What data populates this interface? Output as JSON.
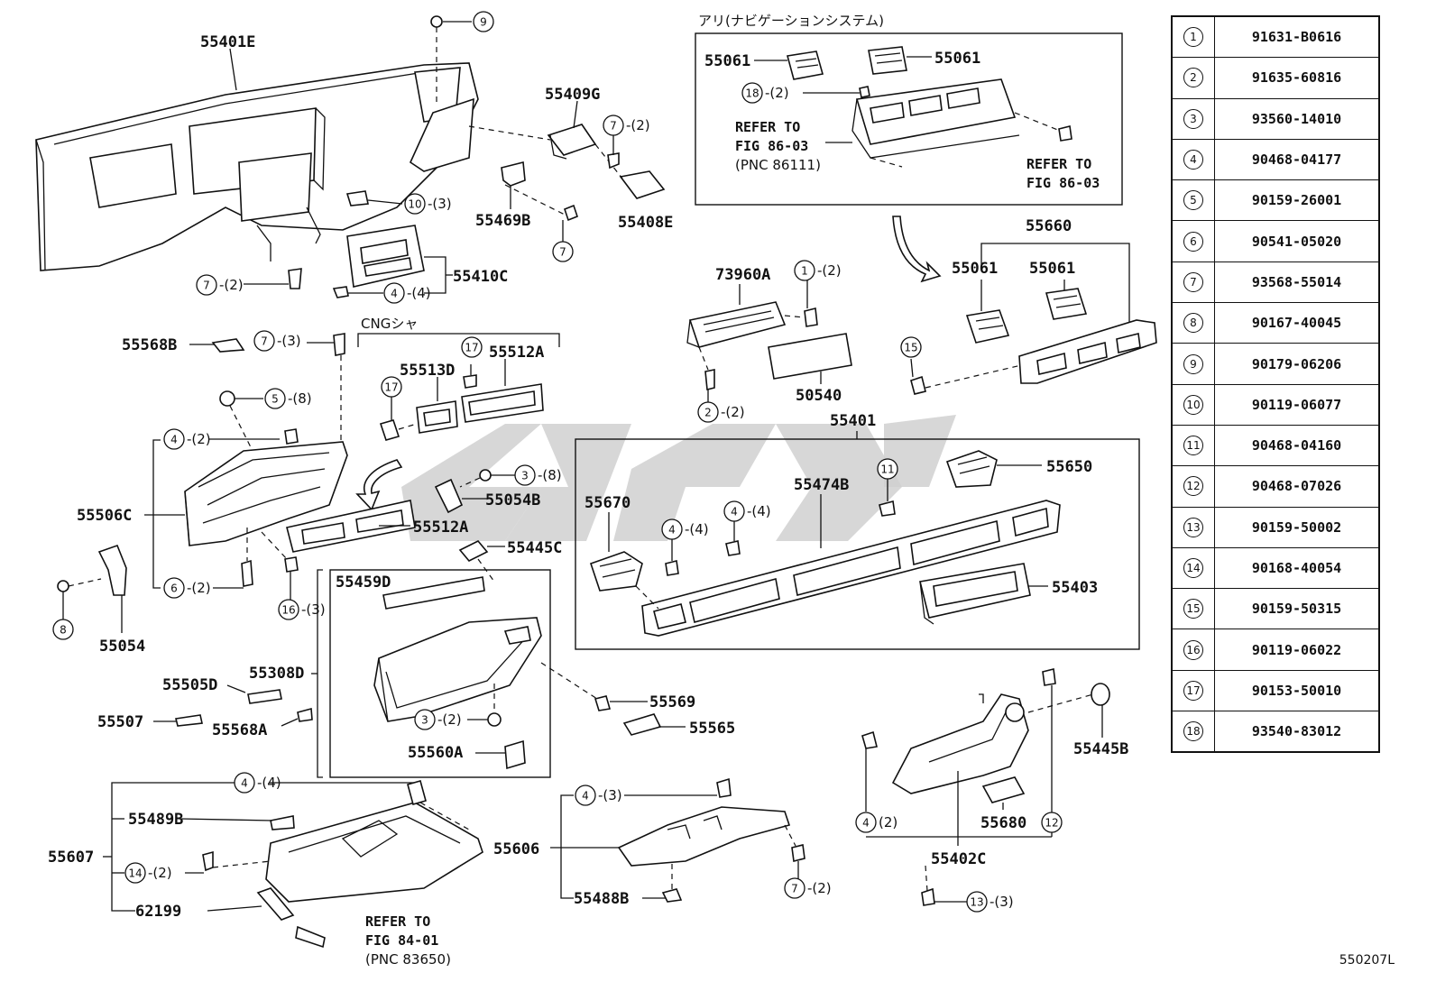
{
  "labels": {
    "l_55401E": "55401E",
    "l_55409G": "55409G",
    "l_55469B": "55469B",
    "l_55408E": "55408E",
    "l_55410C": "55410C",
    "l_55568B": "55568B",
    "l_55513D": "55513D",
    "l_55512A_top": "55512A",
    "l_55512A_low": "55512A",
    "l_55054B": "55054B",
    "l_55506C": "55506C",
    "l_55054": "55054",
    "l_55445C": "55445C",
    "l_55459D": "55459D",
    "l_55505D": "55505D",
    "l_55308D": "55308D",
    "l_55507": "55507",
    "l_55568A": "55568A",
    "l_55569": "55569",
    "l_55565": "55565",
    "l_55560A": "55560A",
    "l_55489B": "55489B",
    "l_55607": "55607",
    "l_62199": "62199",
    "l_55606": "55606",
    "l_55488B": "55488B",
    "l_73960A": "73960A",
    "l_50540": "50540",
    "l_55401": "55401",
    "l_55650": "55650",
    "l_55670": "55670",
    "l_55474B": "55474B",
    "l_55403": "55403",
    "l_55660": "55660",
    "l_55061_a": "55061",
    "l_55061_b": "55061",
    "l_55061_c": "55061",
    "l_55061_d": "55061",
    "l_55445B": "55445B",
    "l_55680": "55680",
    "l_55402C": "55402C",
    "cng": "CNGシャ",
    "nav_title": "アリ(ナビゲーションシステム)",
    "refer_1_line1": "REFER TO",
    "refer_1_line2": "FIG 86-03",
    "refer_1_pnc": "(PNC 86111)",
    "refer_2_line1": "REFER TO",
    "refer_2_line2": "FIG 86-03",
    "refer_3_line1": "REFER TO",
    "refer_3_line2": "FIG 84-01",
    "refer_3_pnc": "(PNC 83650)"
  },
  "callouts": {
    "c9": {
      "num": "9",
      "qty": ""
    },
    "c7a": {
      "num": "7",
      "qty": "-(2)"
    },
    "c7b": {
      "num": "7",
      "qty": ""
    },
    "c10": {
      "num": "10",
      "qty": "-(3)"
    },
    "c7c": {
      "num": "7",
      "qty": "-(2)"
    },
    "c4a": {
      "num": "4",
      "qty": "-(4)"
    },
    "c7d": {
      "num": "7",
      "qty": "-(3)"
    },
    "c5": {
      "num": "5",
      "qty": "-(8)"
    },
    "c4b": {
      "num": "4",
      "qty": "-(2)"
    },
    "c17a": {
      "num": "17",
      "qty": ""
    },
    "c17b": {
      "num": "17",
      "qty": ""
    },
    "c3a": {
      "num": "3",
      "qty": "-(8)"
    },
    "c6": {
      "num": "6",
      "qty": "-(2)"
    },
    "c16": {
      "num": "16",
      "qty": "-(3)"
    },
    "c8": {
      "num": "8",
      "qty": ""
    },
    "c3b": {
      "num": "3",
      "qty": "-(2)"
    },
    "c4c": {
      "num": "4",
      "qty": "-(4)"
    },
    "c14": {
      "num": "14",
      "qty": "-(2)"
    },
    "c4d": {
      "num": "4",
      "qty": "-(3)"
    },
    "c7e": {
      "num": "7",
      "qty": "-(2)"
    },
    "c18": {
      "num": "18",
      "qty": "-(2)"
    },
    "c1": {
      "num": "1",
      "qty": "-(2)"
    },
    "c2": {
      "num": "2",
      "qty": "-(2)"
    },
    "c15": {
      "num": "15",
      "qty": ""
    },
    "c11": {
      "num": "11",
      "qty": ""
    },
    "c4e": {
      "num": "4",
      "qty": "-(4)"
    },
    "c4f": {
      "num": "4",
      "qty": "-(4)"
    },
    "c4g": {
      "num": "4",
      "qty": "(2)"
    },
    "c12": {
      "num": "12",
      "qty": ""
    },
    "c13": {
      "num": "13",
      "qty": "-(3)"
    }
  },
  "parts_table": [
    {
      "index": "1",
      "part_no": "91631-B0616"
    },
    {
      "index": "2",
      "part_no": "91635-60816"
    },
    {
      "index": "3",
      "part_no": "93560-14010"
    },
    {
      "index": "4",
      "part_no": "90468-04177"
    },
    {
      "index": "5",
      "part_no": "90159-26001"
    },
    {
      "index": "6",
      "part_no": "90541-05020"
    },
    {
      "index": "7",
      "part_no": "93568-55014"
    },
    {
      "index": "8",
      "part_no": "90167-40045"
    },
    {
      "index": "9",
      "part_no": "90179-06206"
    },
    {
      "index": "10",
      "part_no": "90119-06077"
    },
    {
      "index": "11",
      "part_no": "90468-04160"
    },
    {
      "index": "12",
      "part_no": "90468-07026"
    },
    {
      "index": "13",
      "part_no": "90159-50002"
    },
    {
      "index": "14",
      "part_no": "90168-40054"
    },
    {
      "index": "15",
      "part_no": "90159-50315"
    },
    {
      "index": "16",
      "part_no": "90119-06022"
    },
    {
      "index": "17",
      "part_no": "90153-50010"
    },
    {
      "index": "18",
      "part_no": "93540-83012"
    }
  ],
  "diagram_code": "550207L"
}
